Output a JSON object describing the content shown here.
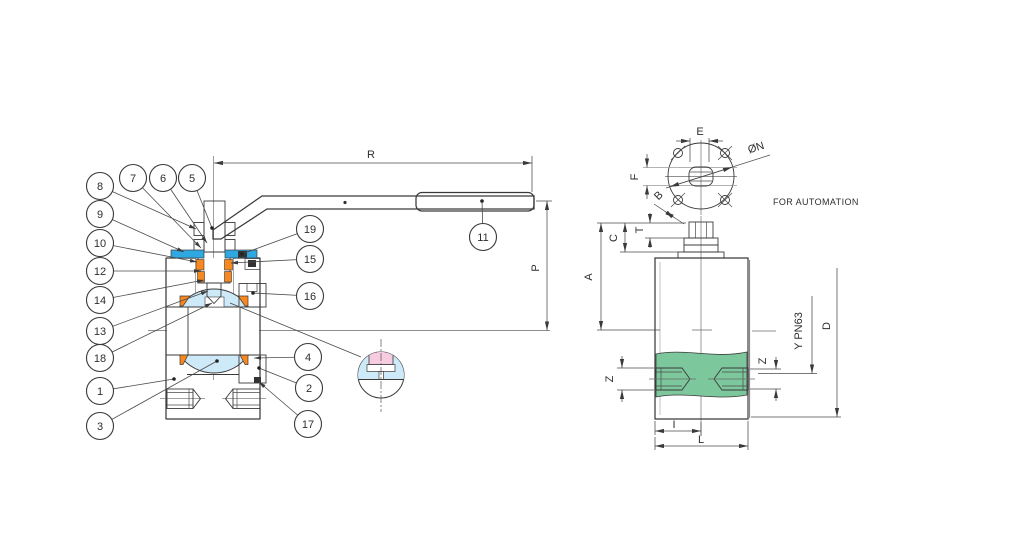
{
  "title": "ball-valve-technical-drawing",
  "note": "FOR AUTOMATION",
  "callouts": [
    "1",
    "2",
    "3",
    "4",
    "5",
    "6",
    "7",
    "8",
    "9",
    "10",
    "11",
    "12",
    "13",
    "14",
    "15",
    "16",
    "17",
    "18",
    "19"
  ],
  "dimensions": {
    "R": "R",
    "P": "P",
    "E": "E",
    "F": "F",
    "B": "B",
    "N": "ØN",
    "T": "T",
    "C": "C",
    "A": "A",
    "Z_left": "Z",
    "Z_right": "Z",
    "Y": "Y PN63",
    "D": "D",
    "I": "I",
    "L": "L"
  },
  "colors": {
    "body_green": "#7cc79c",
    "seat_yellow": "#ffe94f",
    "seal_orange": "#f6881f",
    "stem_pink": "#f8cce0",
    "ball_blue": "#cee9f8",
    "plate_blue": "#2fa8e1",
    "line": "#3a3a3a"
  }
}
